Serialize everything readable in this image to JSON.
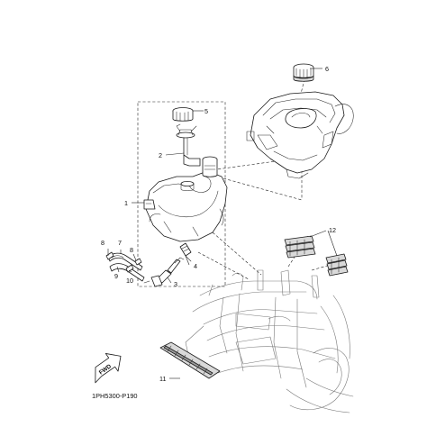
{
  "diagram": {
    "code": "1PH5300-P190",
    "direction_label": "FWD",
    "callouts": [
      {
        "id": "1",
        "label": "1"
      },
      {
        "id": "2",
        "label": "2"
      },
      {
        "id": "3",
        "label": "3"
      },
      {
        "id": "4",
        "label": "4"
      },
      {
        "id": "5",
        "label": "5"
      },
      {
        "id": "6",
        "label": "6"
      },
      {
        "id": "7",
        "label": "7"
      },
      {
        "id": "8a",
        "label": "8"
      },
      {
        "id": "8b",
        "label": "8"
      },
      {
        "id": "9",
        "label": "9"
      },
      {
        "id": "10",
        "label": "10"
      },
      {
        "id": "11",
        "label": "11"
      },
      {
        "id": "12",
        "label": "12"
      }
    ]
  }
}
